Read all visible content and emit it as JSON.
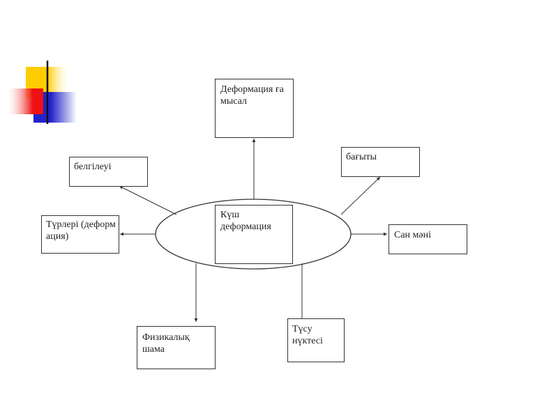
{
  "diagram": {
    "center": "Күш деформация",
    "nodes": {
      "top": "Деформация ға мысал",
      "upper_left": "белгілеуі",
      "upper_right": "бағыты",
      "left": "Түрлері (деформация)",
      "right": "Сан мәні",
      "bottom_left": "Физикалық шама",
      "bottom_right": "Түсу нүктесі"
    }
  },
  "colors": {
    "yellow": "#ffcc00",
    "red": "#ee1111",
    "blue": "#2222cc"
  }
}
